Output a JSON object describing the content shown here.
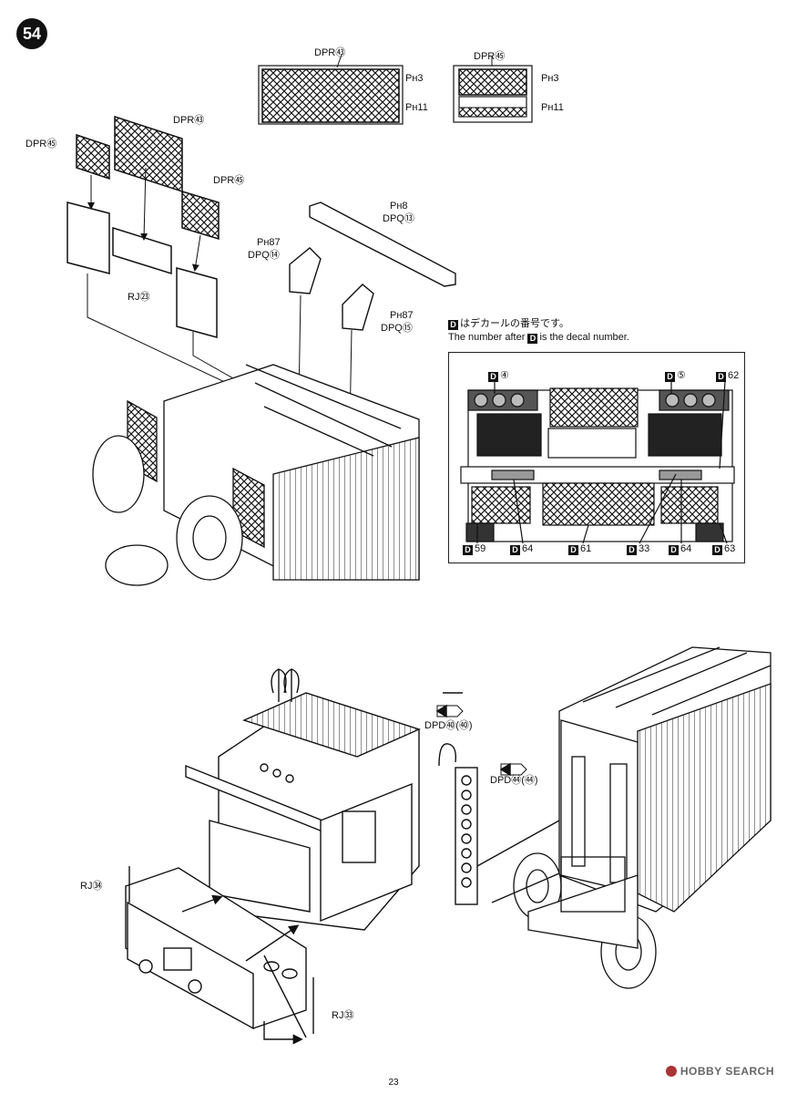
{
  "step_number": "54",
  "page_number": "23",
  "watermark": "HOBBY SEARCH",
  "decal_note": {
    "japanese": "はデカールの番号です。",
    "english_prefix": "The number after",
    "english_suffix": "is the decal number.",
    "symbol": "D"
  },
  "labels": {
    "dpr43_top": "DPR㊸",
    "dpr45_top": "DPR㊺",
    "ph3_a": "Pн3",
    "ph11_a": "Pн11",
    "ph3_b": "Pн3",
    "ph11_b": "Pн11",
    "dpr45_left": "DPR㊺",
    "dpr43_mid": "DPR㊸",
    "dpr45_right": "DPR㊺",
    "rj23": "RJ㉓",
    "ph87_a": "Pн87",
    "dpq14": "DPQ⑭",
    "ph8": "Pн8",
    "dpq13": "DPQ⑬",
    "ph87_b": "Pн87",
    "dpq15": "DPQ⑮",
    "dpd40": "DPD㊵(㊵)",
    "dpd44": "DPD㊹(㊹)",
    "rj34": "RJ㉞",
    "rj33": "RJ㉝"
  },
  "decals": {
    "d4": "④",
    "d5": "⑤",
    "d62": "62",
    "d59": "59",
    "d64_left": "64",
    "d61": "61",
    "d33": "33",
    "d64_right": "64",
    "d63": "63"
  }
}
